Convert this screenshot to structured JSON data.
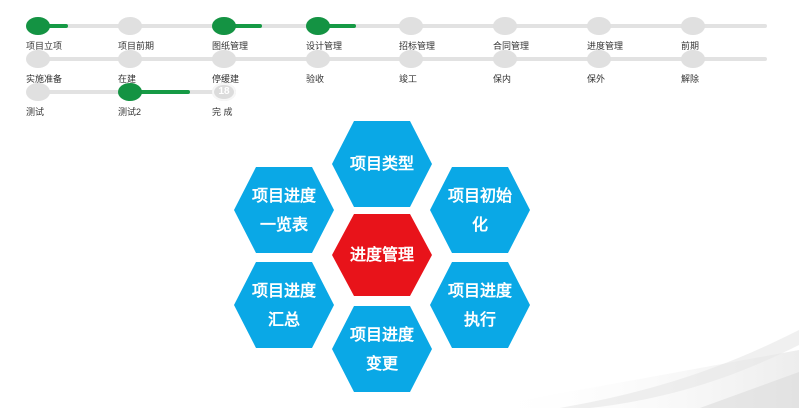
{
  "stepper": {
    "rows": [
      [
        {
          "label": "项目立项",
          "status": "done",
          "progress": 0.65
        },
        {
          "label": "项目前期",
          "status": "pending",
          "progress": 0
        },
        {
          "label": "图纸管理",
          "status": "done",
          "progress": 0.65
        },
        {
          "label": "设计管理",
          "status": "done",
          "progress": 0.65
        },
        {
          "label": "招标管理",
          "status": "pending",
          "progress": 0
        },
        {
          "label": "合同管理",
          "status": "pending",
          "progress": 0
        },
        {
          "label": "进度管理",
          "status": "pending",
          "progress": 0
        },
        {
          "label": "前期",
          "status": "pending",
          "progress": 0
        }
      ],
      [
        {
          "label": "实施准备",
          "status": "pending",
          "progress": 0
        },
        {
          "label": "在建",
          "status": "pending",
          "progress": 0
        },
        {
          "label": "停缓建",
          "status": "pending",
          "progress": 0
        },
        {
          "label": "验收",
          "status": "pending",
          "progress": 0
        },
        {
          "label": "竣工",
          "status": "pending",
          "progress": 0
        },
        {
          "label": "保内",
          "status": "pending",
          "progress": 0
        },
        {
          "label": "保外",
          "status": "pending",
          "progress": 0
        },
        {
          "label": "解除",
          "status": "pending",
          "progress": 0
        }
      ],
      [
        {
          "label": "测试",
          "status": "pending",
          "progress": 0
        },
        {
          "label": "测试2",
          "status": "done",
          "progress": 0.65
        },
        {
          "label": "完 成",
          "status": "final",
          "progress": 0,
          "number": "18"
        }
      ]
    ]
  },
  "hex_menu": {
    "center": {
      "label": "进度管理",
      "color": "#e8131a"
    },
    "items": [
      {
        "id": "type",
        "lines": [
          "项目类型",
          ""
        ]
      },
      {
        "id": "init",
        "lines": [
          "项目初始",
          "化"
        ]
      },
      {
        "id": "exec",
        "lines": [
          "项目进度",
          "执行"
        ]
      },
      {
        "id": "change",
        "lines": [
          "项目进度",
          "变更"
        ]
      },
      {
        "id": "summary",
        "lines": [
          "项目进度",
          "汇总"
        ]
      },
      {
        "id": "overview",
        "lines": [
          "项目进度",
          "一览表"
        ]
      }
    ],
    "color": "#0aa8e6"
  }
}
